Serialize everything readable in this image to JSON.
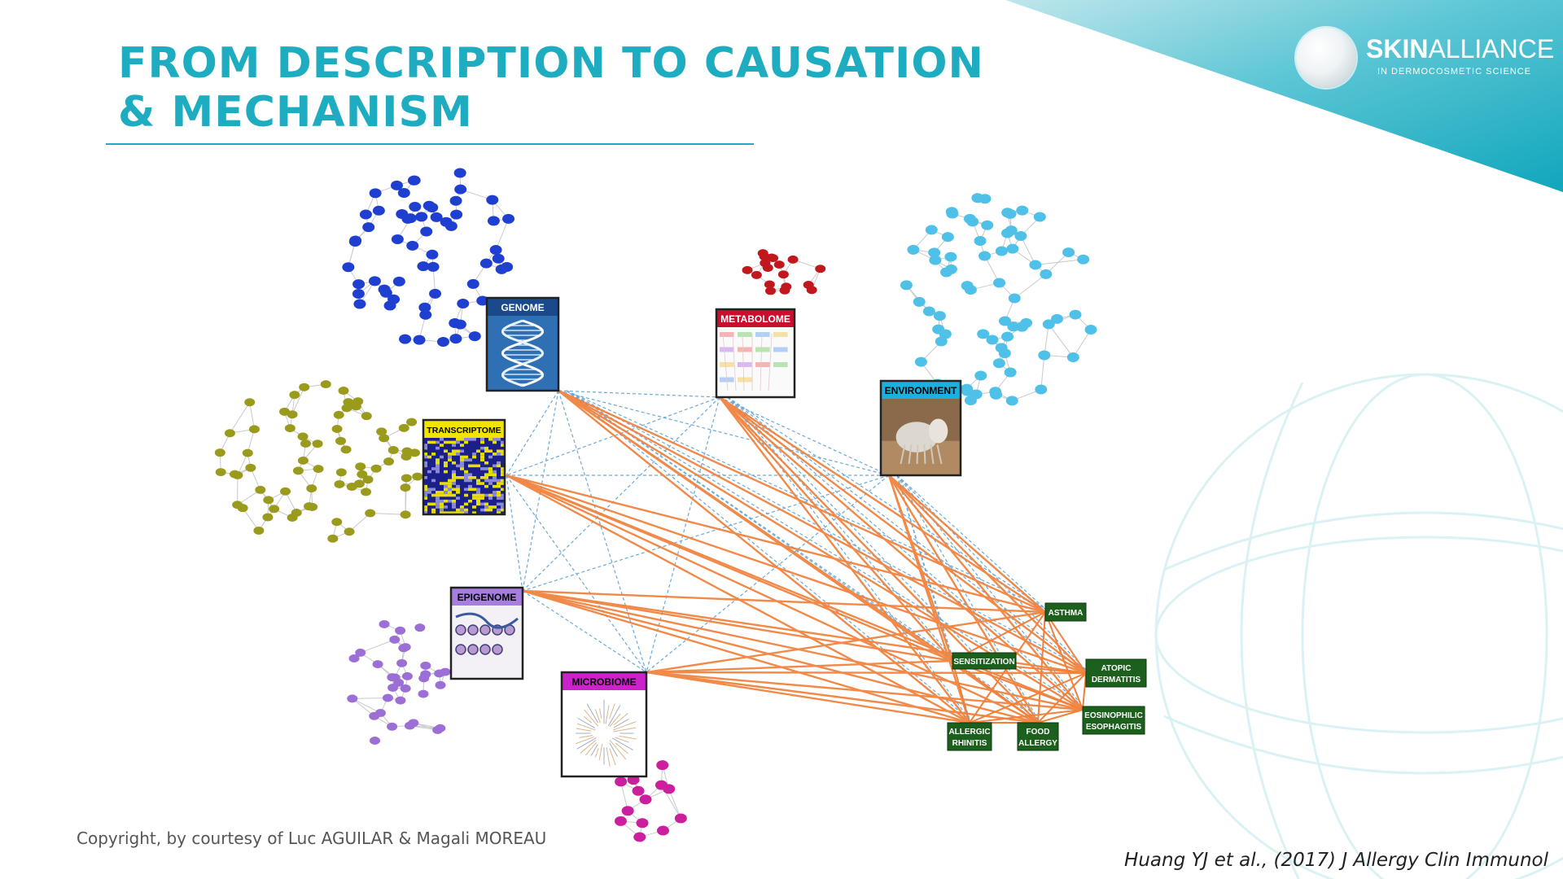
{
  "slide": {
    "title_line1": "FROM DESCRIPTION TO CAUSATION",
    "title_line2": "& MECHANISM",
    "copyright": "Copyright, by courtesy of Luc AGUILAR & Magali MOREAU",
    "citation": "Huang YJ et al., (2017)  J Allergy Clin Immunol"
  },
  "logo": {
    "brand_bold": "SKIN",
    "brand_light": "ALLIANCE",
    "tagline": "IN DERMOCOSMETIC SCIENCE"
  },
  "colors": {
    "title": "#1eacc0",
    "rule": "#1eacc0",
    "banner": "#27b3c6",
    "orange_edge": "#f0803a",
    "blue_edge": "#6aa9d8",
    "disease_box": "#1d5f1d",
    "genome_nodes": "#1f3fd0",
    "transcriptome_nodes": "#9a9a1c",
    "metabolome_nodes": "#c0181c",
    "environment_nodes": "#4fc1e8",
    "epigenome_nodes": "#9b6fd6",
    "microbiome_nodes": "#cc1f9e"
  },
  "diagram": {
    "omics": [
      {
        "id": "genome",
        "label": "GENOME",
        "header_color": "#1a4a8c",
        "label_color": "#ffffff",
        "icon": "dna-icon"
      },
      {
        "id": "metabolome",
        "label": "METABOLOME",
        "header_color": "#c8102e",
        "label_color": "#ffffff",
        "icon": "metabolic-map-icon"
      },
      {
        "id": "transcriptome",
        "label": "TRANSCRIPTOME",
        "header_color": "#f2e400",
        "label_color": "#000000",
        "icon": "heatmap-icon"
      },
      {
        "id": "environment",
        "label": "ENVIRONMENT",
        "header_color": "#1ab0e0",
        "label_color": "#000000",
        "icon": "dust-mite-icon"
      },
      {
        "id": "epigenome",
        "label": "EPIGENOME",
        "header_color": "#a57ee0",
        "label_color": "#000000",
        "icon": "chromatin-icon"
      },
      {
        "id": "microbiome",
        "label": "MICROBIOME",
        "header_color": "#cc22cc",
        "label_color": "#000000",
        "icon": "phylogenetic-tree-icon"
      }
    ],
    "diseases": [
      {
        "id": "asthma",
        "lines": [
          "ASTHMA"
        ]
      },
      {
        "id": "sensitization",
        "lines": [
          "SENSITIZATION"
        ]
      },
      {
        "id": "atopic",
        "lines": [
          "ATOPIC",
          "DERMATITIS"
        ]
      },
      {
        "id": "eosinophilic",
        "lines": [
          "EOSINOPHILIC",
          "ESOPHAGITIS"
        ]
      },
      {
        "id": "rhinitis",
        "lines": [
          "ALLERGIC",
          "RHINITIS"
        ]
      },
      {
        "id": "food",
        "lines": [
          "FOOD",
          "ALLERGY"
        ]
      }
    ]
  }
}
